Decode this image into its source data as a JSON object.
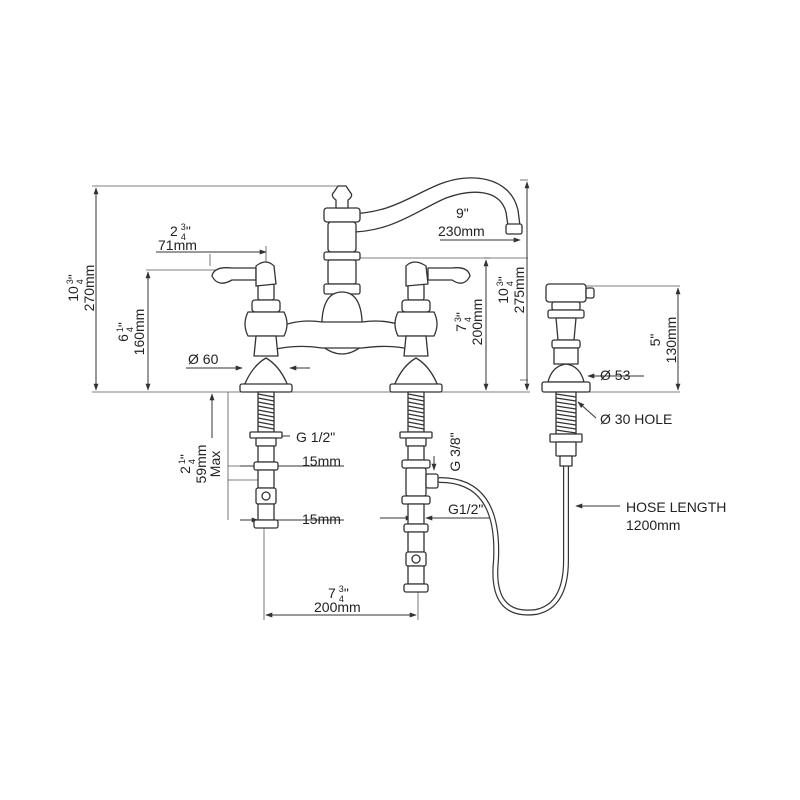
{
  "dimensions": {
    "overall_height": {
      "inch": "10",
      "frac_num": "3",
      "frac_den": "4",
      "inch_mark": "\"",
      "mm": "270mm"
    },
    "handle_offset": {
      "inch": "2",
      "frac_num": "3",
      "frac_den": "4",
      "inch_mark": "\"",
      "mm": "71mm"
    },
    "handle_height": {
      "inch": "6",
      "frac_num": "1",
      "frac_den": "4",
      "inch_mark": "\"",
      "mm": "160mm"
    },
    "base_dia": "Ø 60",
    "spout_reach": {
      "inch": "9\"",
      "mm": "230mm"
    },
    "spout_height": {
      "inch": "10",
      "frac_num": "3",
      "frac_den": "4",
      "inch_mark": "\"",
      "mm": "275mm"
    },
    "spout_outlet_height": {
      "inch": "7",
      "frac_num": "3",
      "frac_den": "4",
      "inch_mark": "\"",
      "mm": "200mm"
    },
    "thread_left": "G 1/2\"",
    "thread_center": "G 3/8\"",
    "thread_hose": "G1/2\"",
    "deck_max": {
      "inch": "2",
      "frac_num": "1",
      "frac_den": "4",
      "inch_mark": "\"",
      "mm": "59mm",
      "suffix": "Max"
    },
    "hex_width_upper": "15mm",
    "hex_width_lower": "15mm",
    "centres": {
      "inch": "7",
      "frac_num": "3",
      "frac_den": "4",
      "inch_mark": "\"",
      "mm": "200mm"
    },
    "spray_height": {
      "inch": "5\"",
      "mm": "130mm"
    },
    "spray_base_dia": "Ø 53",
    "spray_hole": "Ø 30 HOLE",
    "hose_length": {
      "label": "HOSE LENGTH",
      "mm": "1200mm"
    }
  }
}
